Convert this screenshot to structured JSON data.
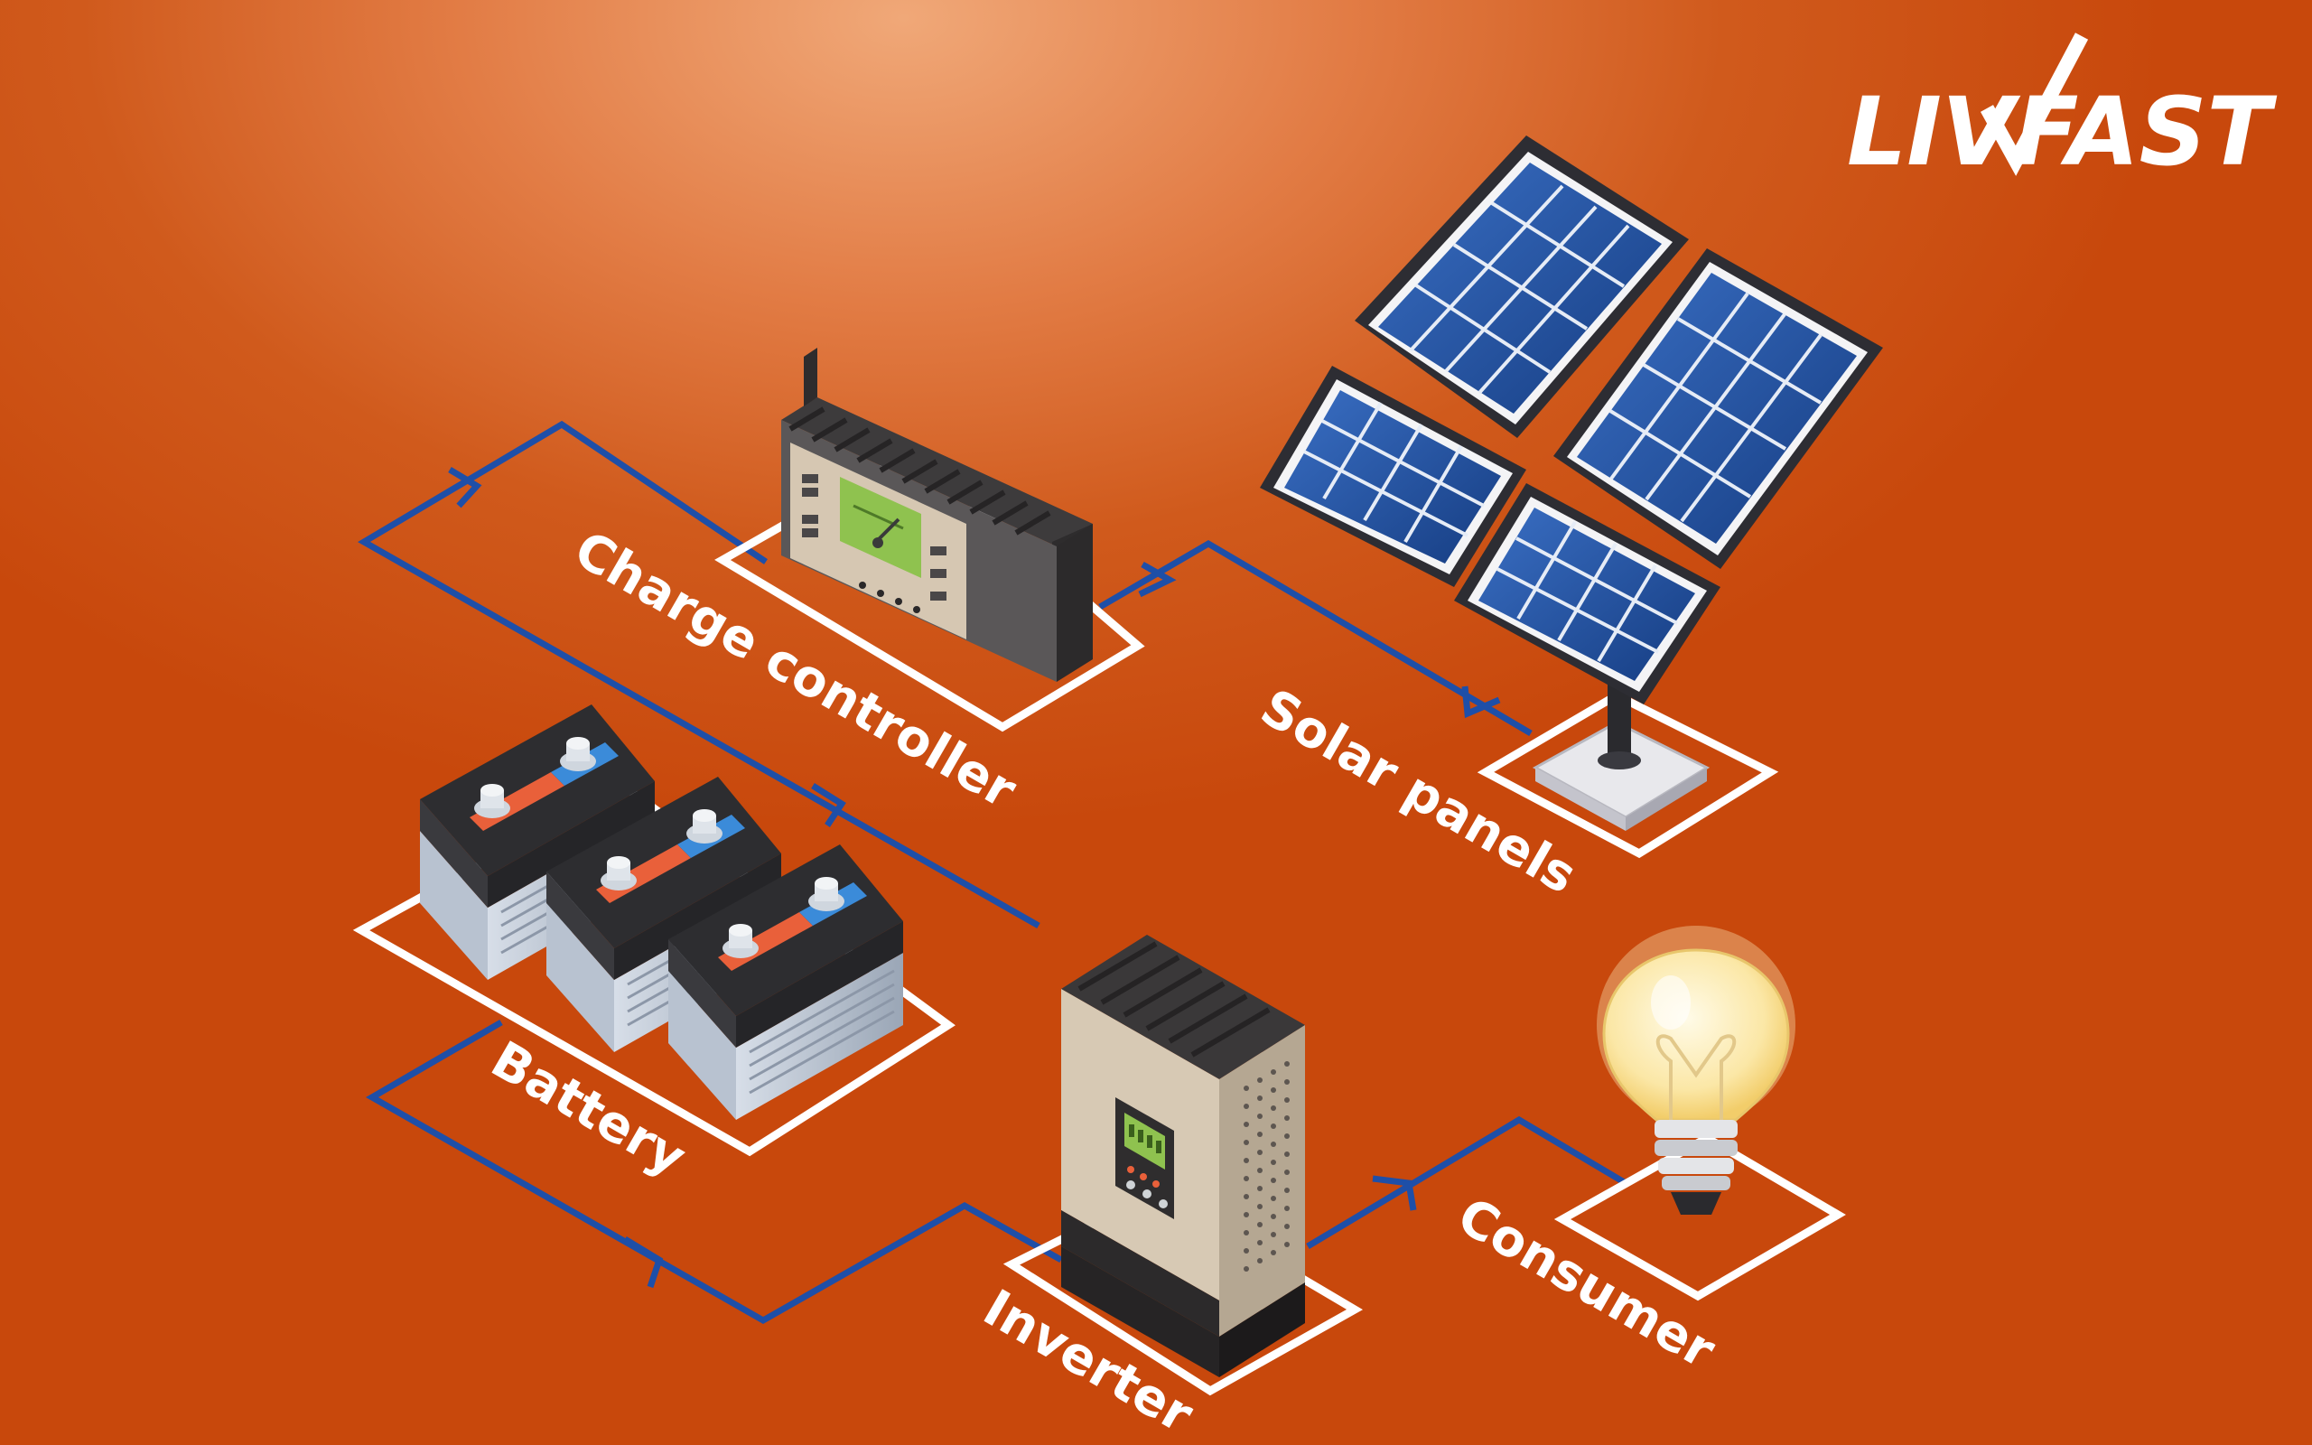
{
  "brand": {
    "logo_text": "LIVFAST"
  },
  "components": {
    "charge_controller": {
      "label": "Charge controller"
    },
    "solar_panels": {
      "label": "Solar panels"
    },
    "battery": {
      "label": "Battery"
    },
    "inverter": {
      "label": "Inverter"
    },
    "consumer": {
      "label": "Consumer"
    }
  },
  "colors": {
    "background": "#d05a1c",
    "wire": "#1e4fa8",
    "outline": "#ffffff",
    "panel_cell": "#1f4f9e"
  }
}
